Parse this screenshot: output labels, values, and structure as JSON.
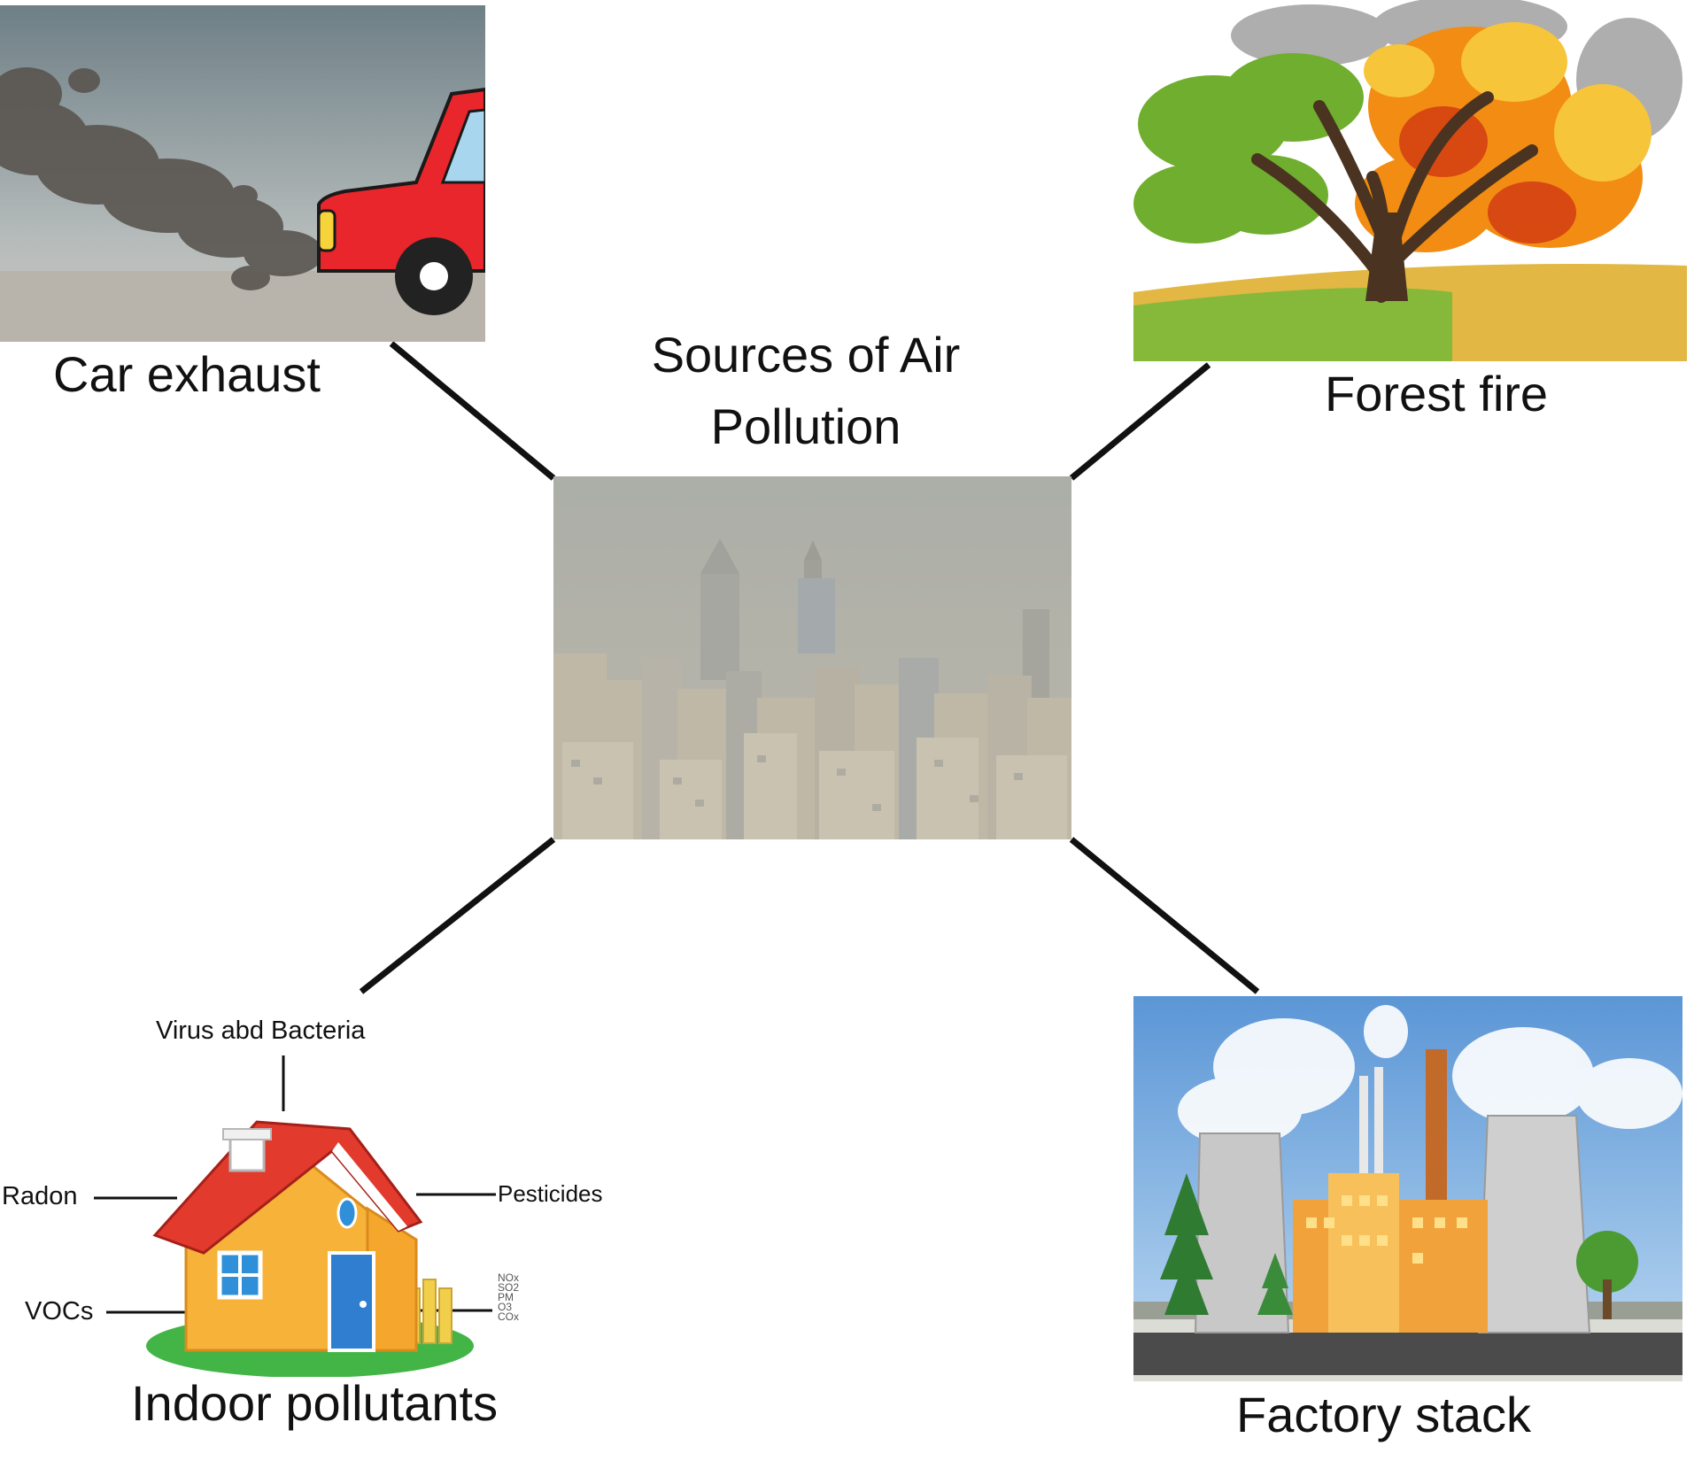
{
  "center": {
    "title": "Sources of Air Pollution",
    "image": "smoggy-city-skyline"
  },
  "sources": {
    "car": {
      "label": "Car exhaust",
      "image": "car-exhaust-smoke-illustration"
    },
    "fire": {
      "label": "Forest fire",
      "image": "burning-tree-illustration"
    },
    "indoor": {
      "label": "Indoor pollutants",
      "image": "house-illustration",
      "callouts": {
        "top": "Virus abd Bacteria",
        "left_upper": "Radon",
        "left_lower": "VOCs",
        "right_upper": "Pesticides",
        "right_lower": [
          "NOx",
          "SO2",
          "PM",
          "O3",
          "COx"
        ]
      }
    },
    "factory": {
      "label": "Factory stack",
      "image": "power-plant-illustration"
    }
  },
  "colors": {
    "line": "#111111",
    "car_body": "#e8262b",
    "fire": "#f28c12",
    "foliage": "#6fae2e",
    "smog": "#b3b3aa",
    "roof": "#e23a2d",
    "sky": "#7fb2e3"
  }
}
